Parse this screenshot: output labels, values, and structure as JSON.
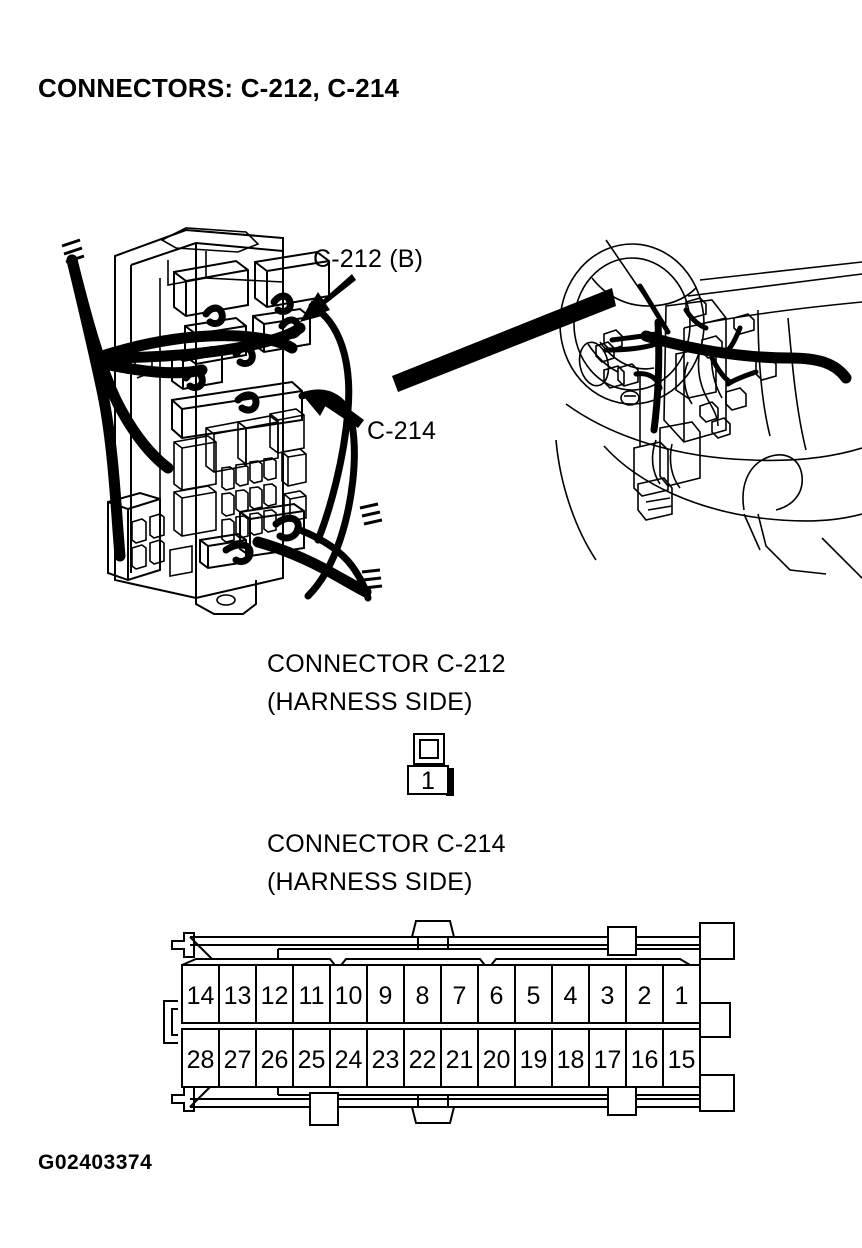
{
  "document": {
    "title": "CONNECTORS: C-212, C-214",
    "footer_code": "G02403374",
    "background_color": "#ffffff",
    "line_color": "#000000"
  },
  "illustration": {
    "name": "junction-block-and-dashboard-location-view",
    "callouts": [
      {
        "id": "c212",
        "label": "C-212 (B)"
      },
      {
        "id": "c214",
        "label": "C-214"
      }
    ],
    "parts": {
      "junction_block": "relay-and-fuse-junction-block",
      "vehicle_view": "instrument-panel-under-dash-harness-view",
      "pointer": "tapered-location-pointer-wedge"
    }
  },
  "connector_212": {
    "caption_line1": "CONNECTOR C-212",
    "caption_line2": "(HARNESS SIDE)",
    "pins": [
      "1"
    ],
    "pin_count": 1
  },
  "connector_214": {
    "caption_line1": "CONNECTOR C-214",
    "caption_line2": "(HARNESS SIDE)",
    "pin_count": 28,
    "rows": [
      [
        "14",
        "13",
        "12",
        "11",
        "10",
        "9",
        "8",
        "7",
        "6",
        "5",
        "4",
        "3",
        "2",
        "1"
      ],
      [
        "28",
        "27",
        "26",
        "25",
        "24",
        "23",
        "22",
        "21",
        "20",
        "19",
        "18",
        "17",
        "16",
        "15"
      ]
    ]
  }
}
